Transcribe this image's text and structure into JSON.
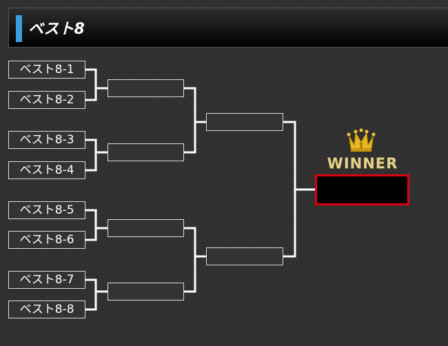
{
  "header": {
    "title": "ベスト8"
  },
  "bracket": {
    "entries": [
      "ベスト8-1",
      "ベスト8-2",
      "ベスト8-3",
      "ベスト8-4",
      "ベスト8-5",
      "ベスト8-6",
      "ベスト8-7",
      "ベスト8-8"
    ],
    "round2": [
      "",
      "",
      "",
      ""
    ],
    "round3": [
      "",
      ""
    ],
    "winner_label": "WINNER",
    "winner": ""
  },
  "colors": {
    "accent": "#3a9ee0",
    "winner_border": "#e00010"
  }
}
